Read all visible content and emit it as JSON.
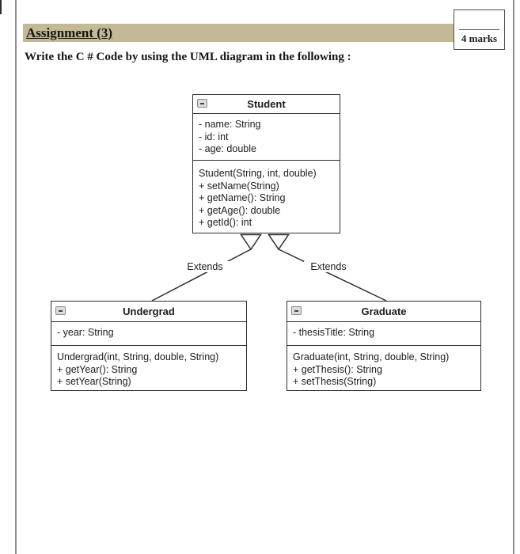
{
  "document": {
    "title": "Assignment (3)",
    "prompt": "Write the C # Code by using the UML diagram in the following :",
    "marks_box": {
      "label": "4 marks"
    }
  },
  "colors": {
    "highlight_bar": "#c3b996",
    "page_border": "#8d8d8d",
    "diagram_border": "#2e2e2e"
  },
  "diagram": {
    "edges": [
      {
        "label": "Extends"
      },
      {
        "label": "Extends"
      }
    ],
    "classes": [
      {
        "name": "Student",
        "attributes": [
          "- name: String",
          "- id: int",
          "- age: double"
        ],
        "methods": [
          "Student(String, int, double)",
          "+ setName(String)",
          "+ getName(): String",
          "+ getAge(): double",
          "+ getId(): int"
        ]
      },
      {
        "name": "Undergrad",
        "attributes": [
          "- year: String"
        ],
        "methods": [
          "Undergrad(int, String, double, String)",
          "+ getYear(): String",
          "+ setYear(String)"
        ]
      },
      {
        "name": "Graduate",
        "attributes": [
          "- thesisTitle: String"
        ],
        "methods": [
          "Graduate(int, String, double, String)",
          "+ getThesis(): String",
          "+ setThesis(String)"
        ]
      }
    ]
  }
}
